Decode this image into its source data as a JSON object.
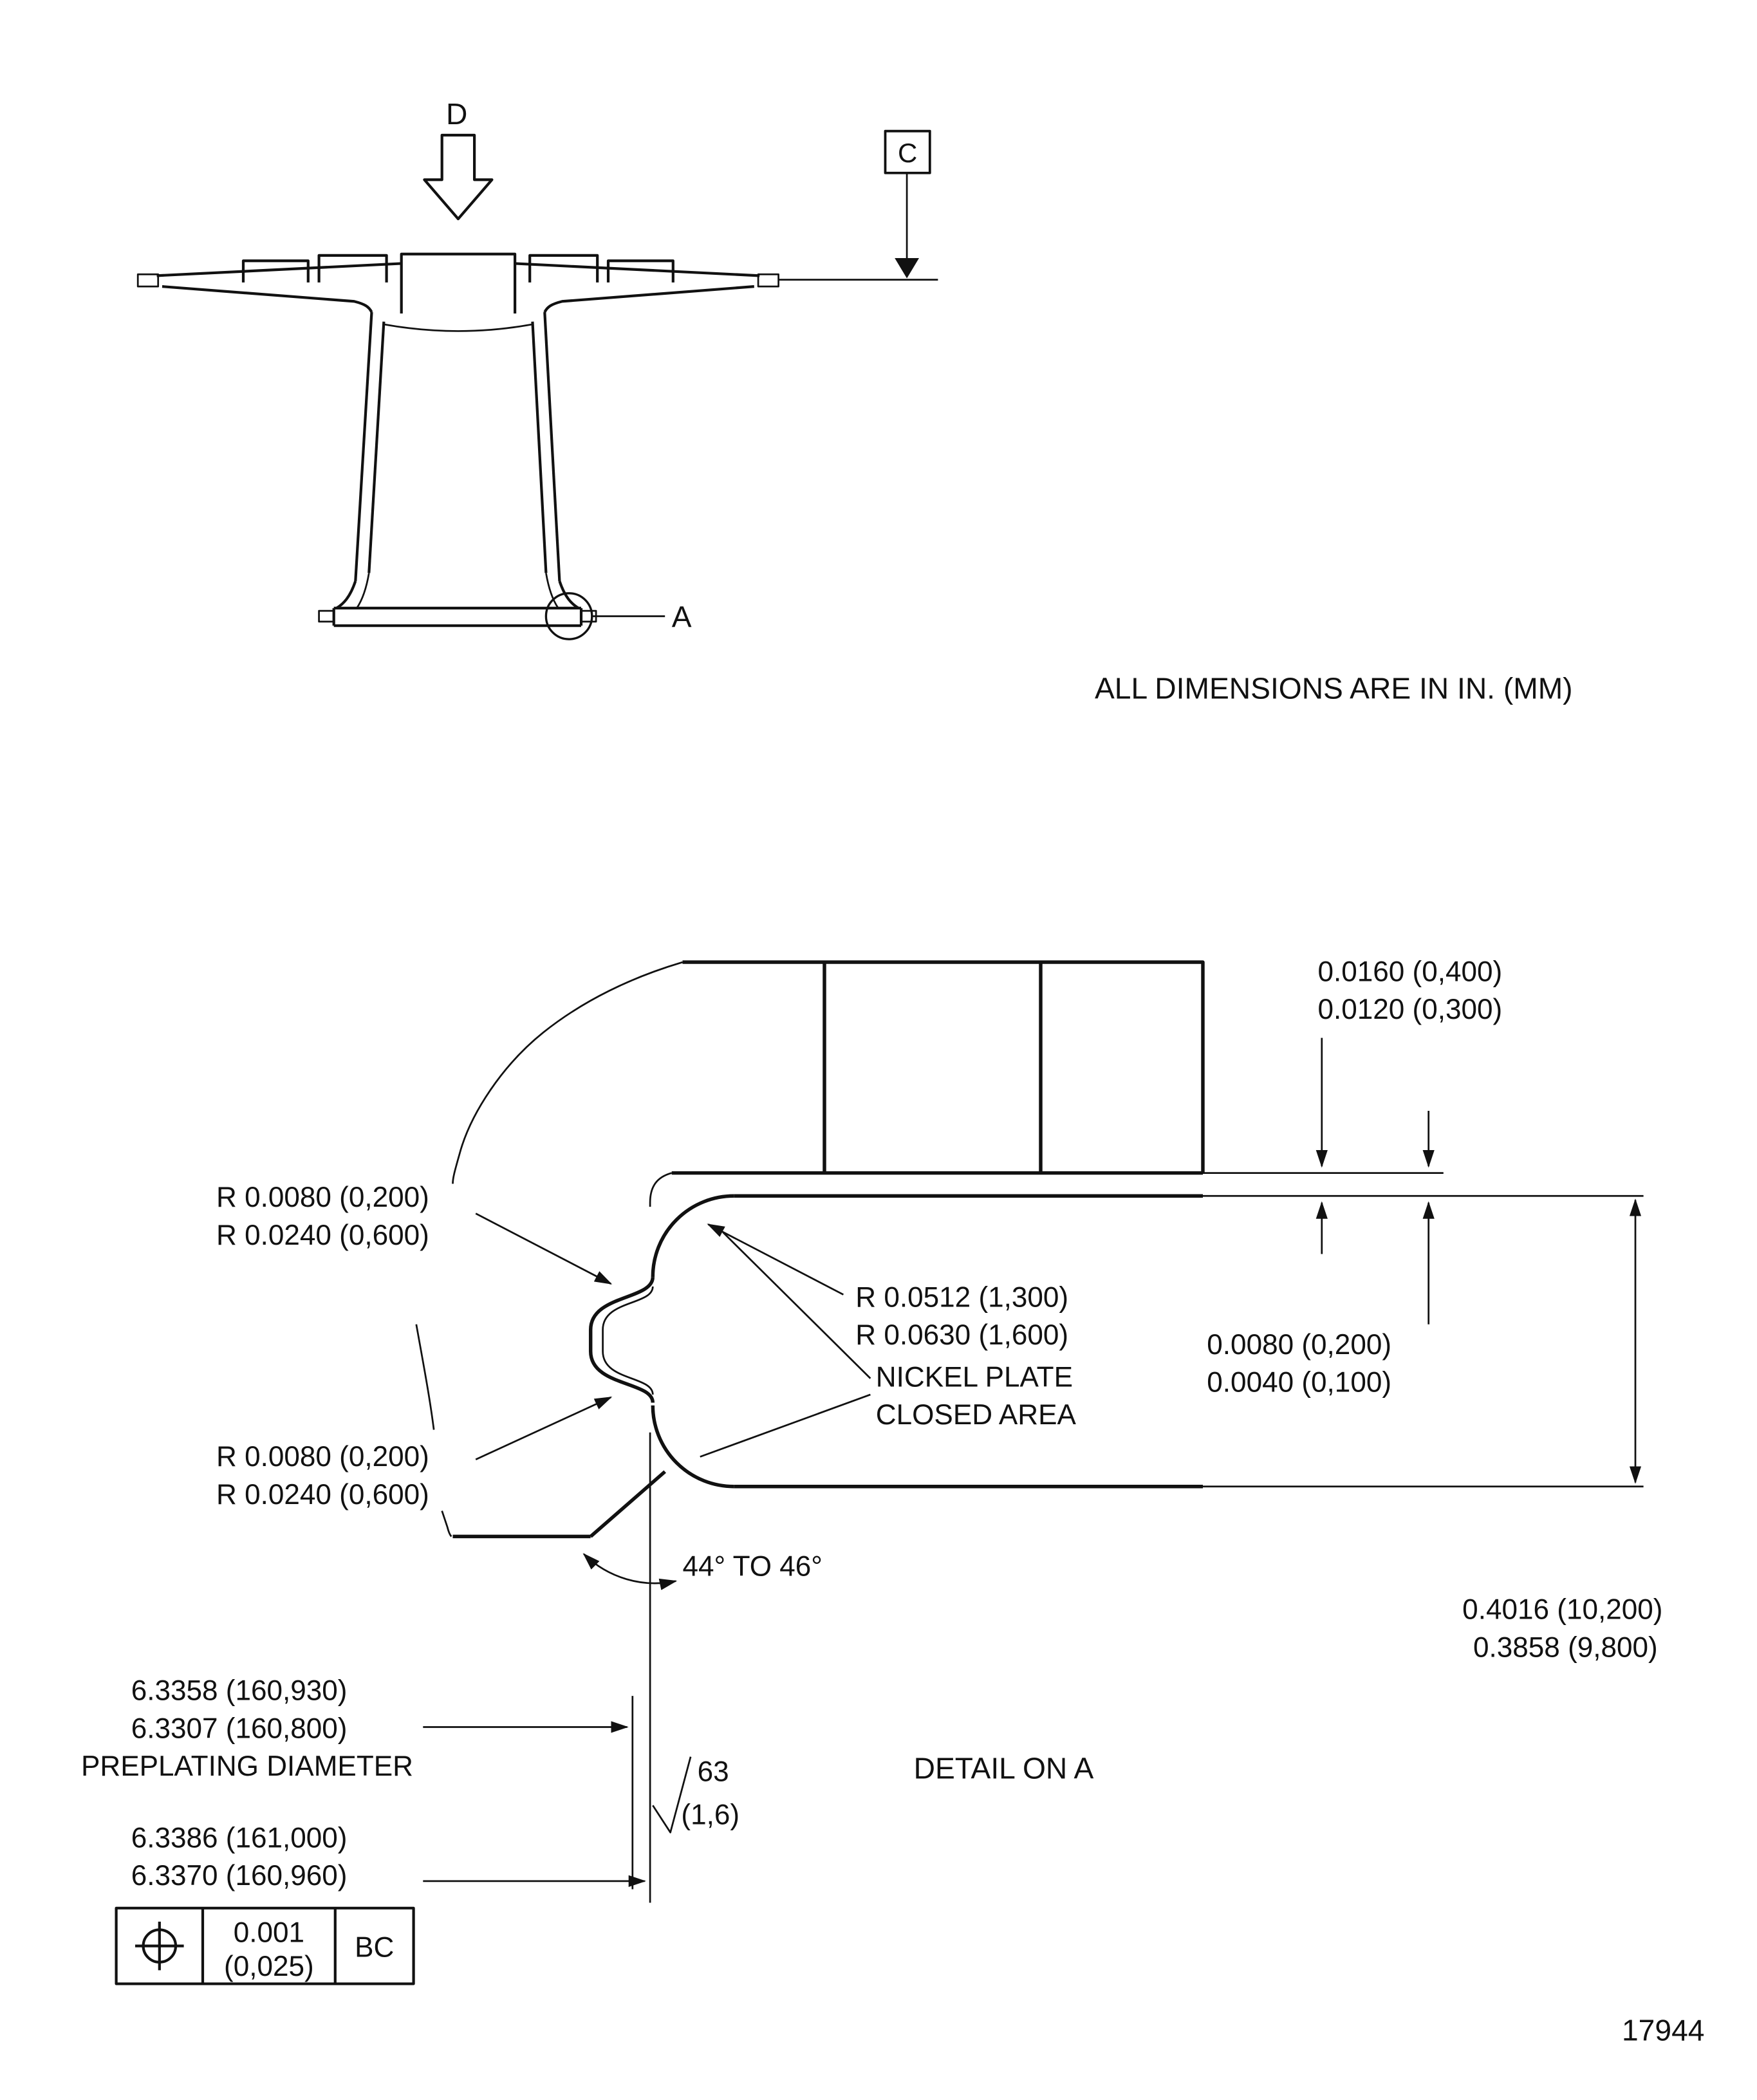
{
  "drawing": {
    "units_note": "ALL DIMENSIONS ARE IN IN. (MM)",
    "figure_number": "17944"
  },
  "section_view": {
    "load_label": "D",
    "datum_label": "C",
    "detail_label": "A"
  },
  "detail_view": {
    "title": "DETAIL ON A",
    "top_plate_thickness": {
      "line1": "0.0160 (0,400)",
      "line2": "0.0120 (0,300)"
    },
    "upper_corner_radius": {
      "line1": "R 0.0080 (0,200)",
      "line2": "R 0.0240 (0,600)"
    },
    "mouth_radius": {
      "line1": "R 0.0512 (1,300)",
      "line2": "R 0.0630 (1,600)"
    },
    "nickel_plate_note": {
      "line1": "NICKEL PLATE",
      "line2": "CLOSED AREA"
    },
    "side_plate_thickness": {
      "line1": "0.0080 (0,200)",
      "line2": "0.0040 (0,100)"
    },
    "lower_corner_radius": {
      "line1": "R 0.0080 (0,200)",
      "line2": "R 0.0240 (0,600)"
    },
    "chamfer_angle": "44° TO 46°",
    "groove_width": {
      "line1": "0.4016 (10,200)",
      "line2": "0.3858 (9,800)"
    },
    "preplating_diameter": {
      "line1": "6.3358 (160,930)",
      "line2": "6.3307 (160,800)",
      "line3": "PREPLATING DIAMETER"
    },
    "surface_finish": {
      "value": "63",
      "sub": "(1,6)"
    },
    "plated_diameter": {
      "line1": "6.3386 (161,000)",
      "line2": "6.3370 (160,960)"
    },
    "feature_control_frame": {
      "tolerance": "0.001",
      "tolerance_mm": "(0,025)",
      "datum_ref": "BC"
    }
  }
}
